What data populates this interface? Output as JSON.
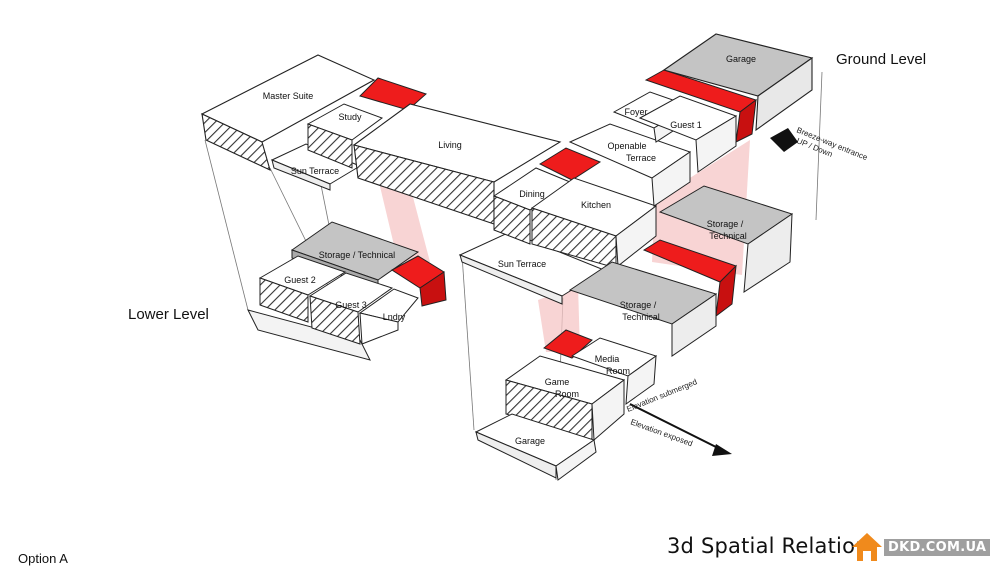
{
  "levels": {
    "ground": "Ground Level",
    "lower": "Lower Level"
  },
  "rooms": {
    "master_suite": "Master Suite",
    "study": "Study",
    "sun_terrace_upper": "Sun Terrace",
    "living": "Living",
    "dining": "Dining",
    "kitchen": "Kitchen",
    "foyer": "Foyer",
    "guest1": "Guest 1",
    "openable_terrace_1": "Openable",
    "openable_terrace_2": "Terrace",
    "garage_top": "Garage",
    "storage_tech_right_1": "Storage /",
    "storage_tech_right_2": "Technical",
    "sun_terrace_mid": "Sun Terrace",
    "storage_tech_left": "Storage / Technical",
    "guest2": "Guest 2",
    "guest3": "Guest 3",
    "laundry": "Lndry",
    "storage_tech_lower_1": "Storage /",
    "storage_tech_lower_2": "Technical",
    "media_room_1": "Media",
    "media_room_2": "Room",
    "game_room_1": "Game",
    "game_room_2": "Room",
    "garage_bottom": "Garage"
  },
  "notes": {
    "breeze_1": "Breeze-way entrance",
    "breeze_2": "UP / Down",
    "elev_1": "Elevation submerged",
    "elev_2": "Elevation exposed"
  },
  "caption": "3d Spatial Relation",
  "option": "Option A",
  "watermark": "DKD.COM.UA",
  "colors": {
    "accent_red": "#ee1c1c",
    "gray_room": "#c4c4c4",
    "outline": "#1a1a1a",
    "link_pink": "#f6c6c6"
  }
}
